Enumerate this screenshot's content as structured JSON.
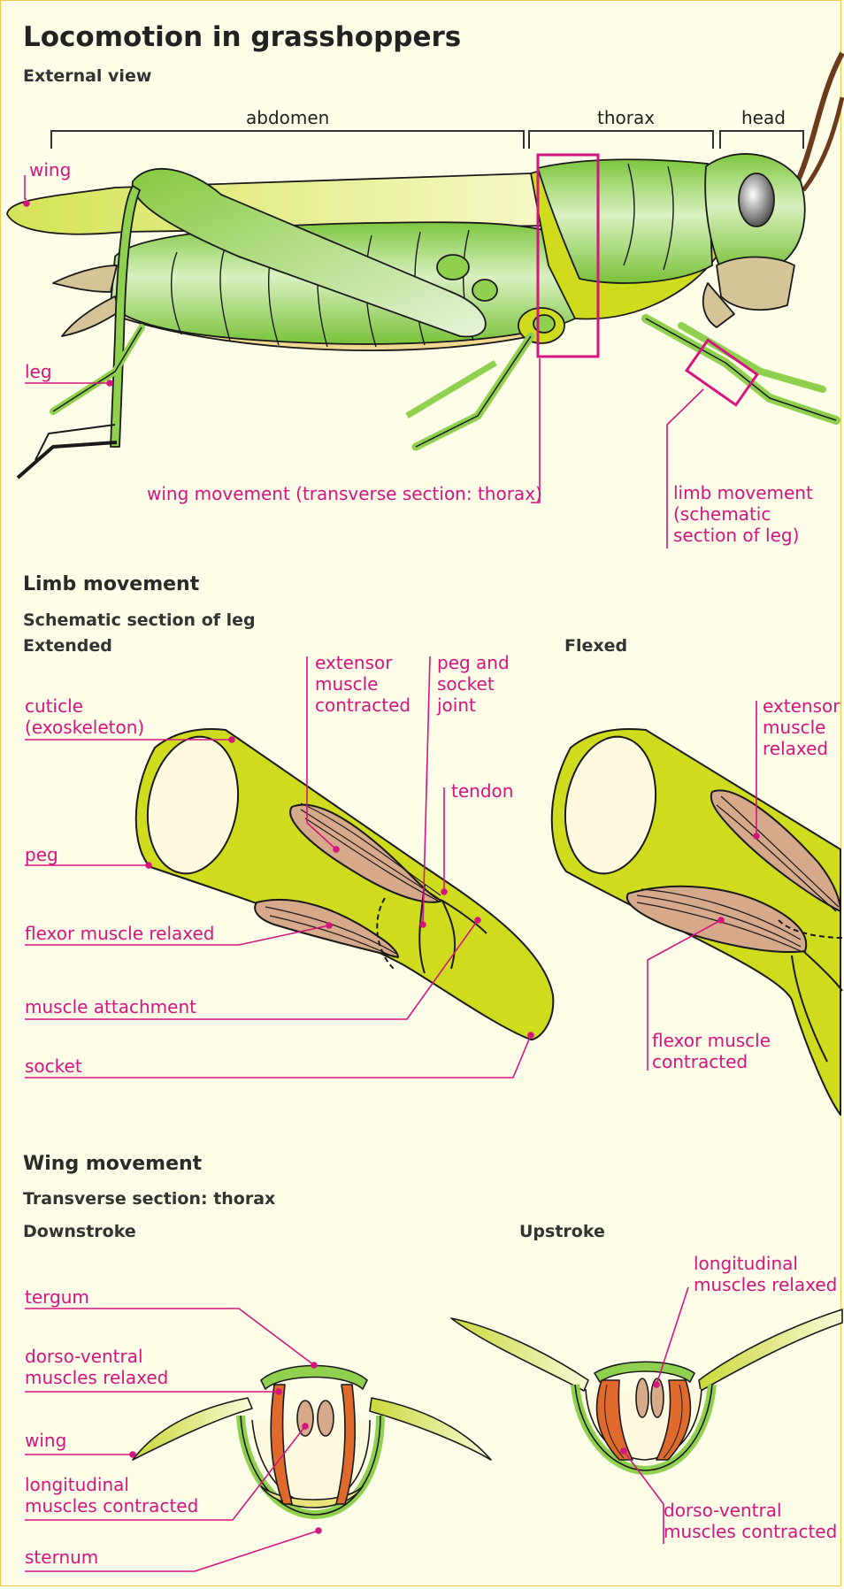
{
  "title": "Locomotion in grasshoppers",
  "external_view": {
    "heading": "External view",
    "regions": {
      "abdomen": "abdomen",
      "thorax": "thorax",
      "head": "head"
    },
    "labels": {
      "wing": "wing",
      "leg": "leg",
      "wing_movement": "wing movement (transverse section: thorax)",
      "limb_movement": "limb movement\n(schematic\nsection of leg)"
    }
  },
  "limb_movement": {
    "heading": "Limb movement",
    "subheading": "Schematic section of leg",
    "extended": {
      "heading": "Extended",
      "labels": {
        "cuticle": "cuticle\n(exoskeleton)",
        "extensor": "extensor\nmuscle\ncontracted",
        "peg_socket": "peg and\nsocket\njoint",
        "tendon": "tendon",
        "peg": "peg",
        "flexor": "flexor muscle relaxed",
        "attachment": "muscle attachment",
        "socket": "socket"
      }
    },
    "flexed": {
      "heading": "Flexed",
      "labels": {
        "extensor": "extensor\nmuscle\nrelaxed",
        "flexor": "flexor muscle\ncontracted"
      }
    }
  },
  "wing_movement": {
    "heading": "Wing movement",
    "subheading": "Transverse section: thorax",
    "downstroke": {
      "heading": "Downstroke",
      "labels": {
        "tergum": "tergum",
        "dorso_ventral": "dorso-ventral\nmuscles relaxed",
        "wing": "wing",
        "longitudinal": "longitudinal\nmuscles contracted",
        "sternum": "sternum"
      }
    },
    "upstroke": {
      "heading": "Upstroke",
      "labels": {
        "longitudinal": "longitudinal\nmuscles relaxed",
        "dorso_ventral": "dorso-ventral\nmuscles contracted"
      }
    }
  },
  "colors": {
    "label": "#d4157f",
    "body_green": "#8fd14f",
    "leg_yellow": "#cfdc1e",
    "muscle": "#d6a98a",
    "muscle_contracted": "#e06a2c",
    "belly": "#f0d890",
    "background": "#fefde8"
  }
}
